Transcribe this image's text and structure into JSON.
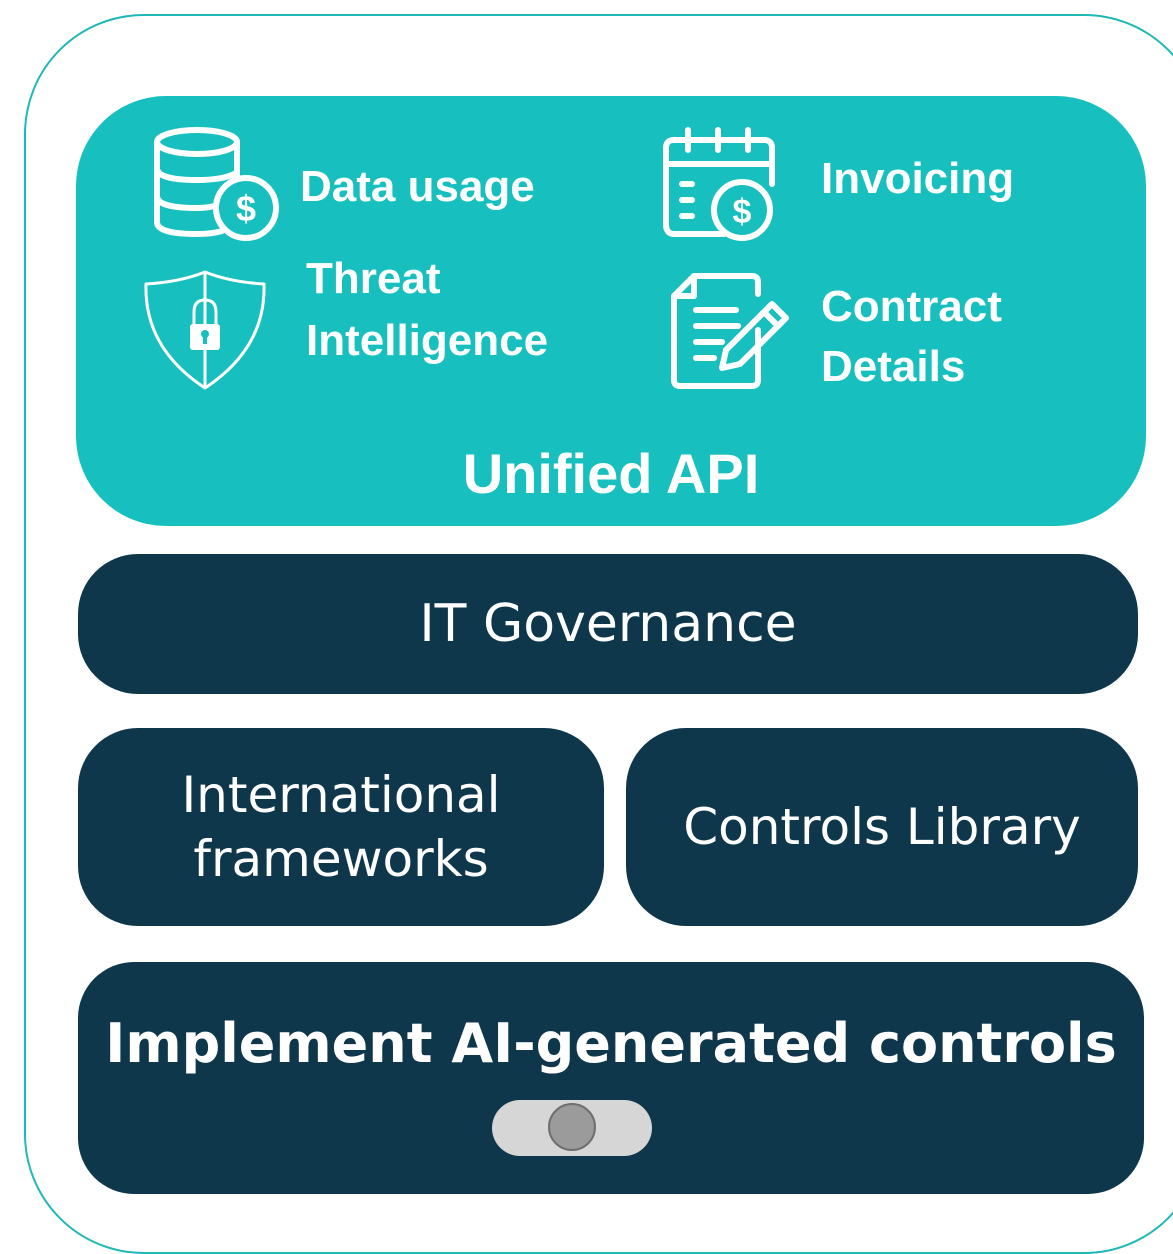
{
  "unified_api": {
    "title": "Unified API",
    "services": {
      "data_usage": "Data usage",
      "invoicing": "Invoicing",
      "threat_line1": "Threat",
      "threat_line2": "Intelligence",
      "contract_line1": "Contract",
      "contract_line2": "Details"
    },
    "icons": [
      "database-dollar-icon",
      "calendar-dollar-icon",
      "shield-lock-icon",
      "document-pencil-icon"
    ]
  },
  "governance": {
    "label": "IT Governance"
  },
  "frameworks": {
    "line1": "International",
    "line2": "frameworks"
  },
  "controls_library": {
    "label": "Controls Library"
  },
  "implement": {
    "title": "Implement AI-generated controls",
    "toggle_on": 0.5
  },
  "colors": {
    "frame": "#1fb8b8",
    "api_panel": "#17bfbf",
    "dark_panel": "#0f374b",
    "toggle_track": "#d6d6d6",
    "toggle_knob": "#9b9b9b"
  }
}
